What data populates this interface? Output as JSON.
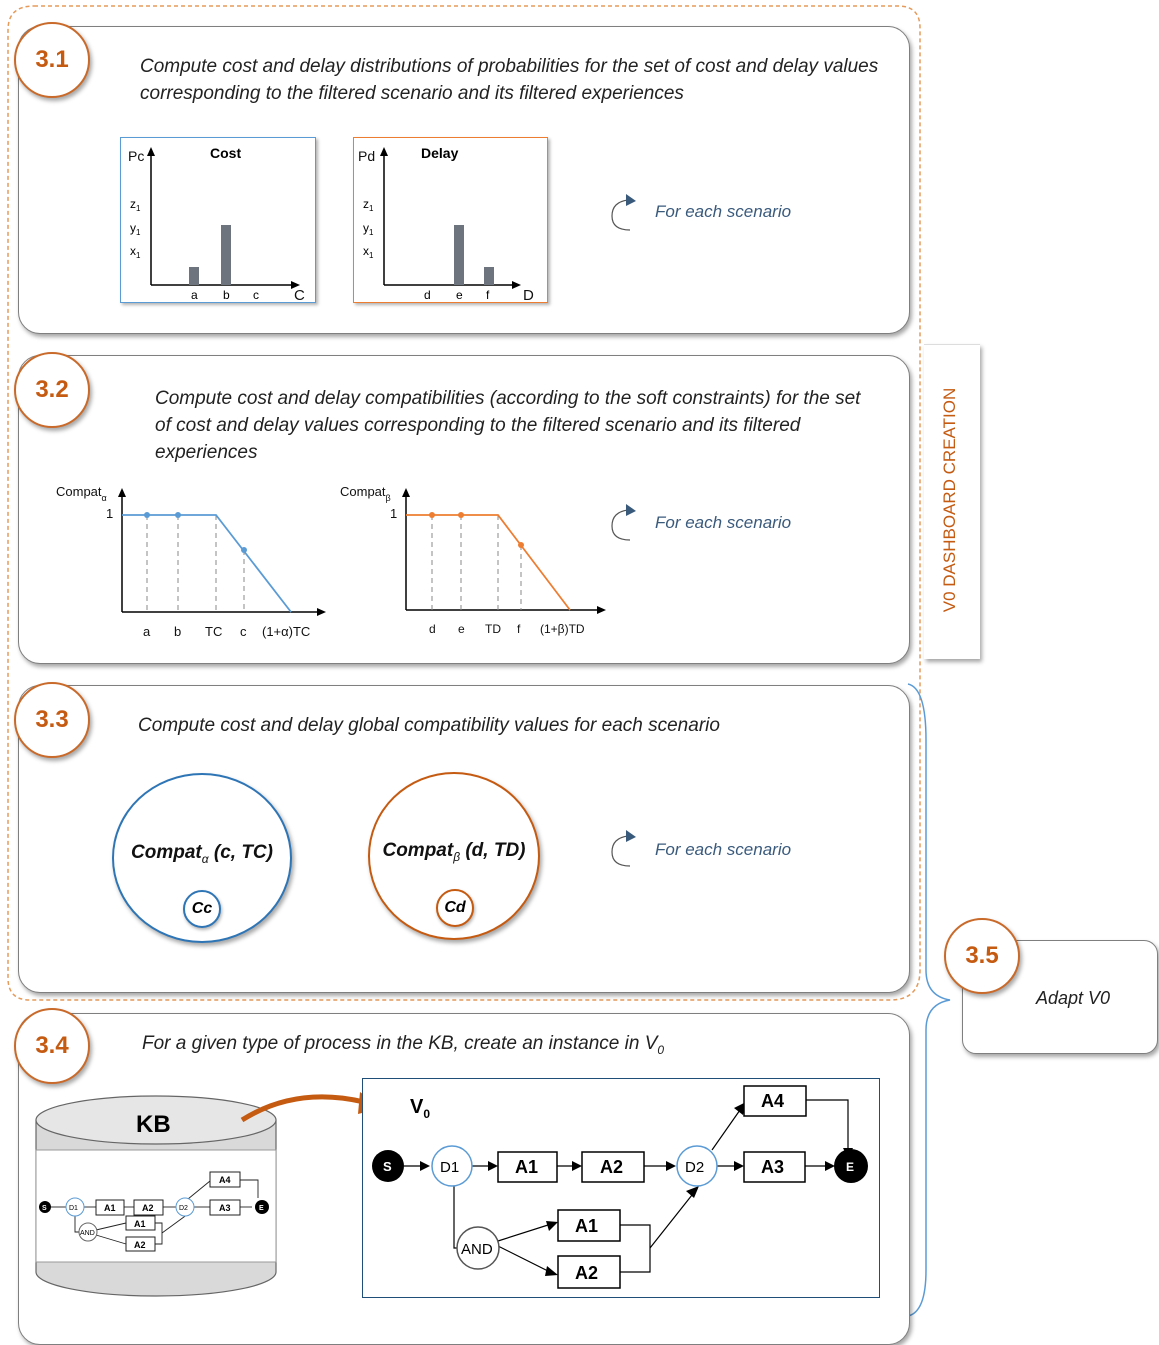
{
  "steps": [
    {
      "number": "3.1",
      "text": "Compute cost and delay distributions of probabilities for the set of cost and delay values corresponding to the filtered scenario and its filtered experiences"
    },
    {
      "number": "3.2",
      "text": "Compute cost and delay compatibilities (according to the soft constraints) for the set of cost and delay values corresponding to the filtered scenario and its filtered experiences"
    },
    {
      "number": "3.3",
      "text": "Compute cost and delay global compatibility values for each scenario"
    },
    {
      "number": "3.4",
      "text": "For a given type of process in the KB, create an instance in V",
      "text_sub": "0"
    },
    {
      "number": "3.5",
      "text": "Adapt V0"
    }
  ],
  "loop_label": "For each scenario",
  "side_label": "V0 DASHBOARD CREATION",
  "cost_chart": {
    "title": "Cost",
    "y_axis": "Pc",
    "x_axis": "C",
    "y_ticks": [
      "z",
      "y",
      "x"
    ],
    "y_tick_sub": "1",
    "categories": [
      "a",
      "b",
      "c"
    ],
    "values": [
      1,
      3,
      0
    ],
    "border_color": "#5b9bd5"
  },
  "delay_chart": {
    "title": "Delay",
    "y_axis": "Pd",
    "x_axis": "D",
    "y_ticks": [
      "z",
      "y",
      "x"
    ],
    "y_tick_sub": "1",
    "categories": [
      "d",
      "e",
      "f"
    ],
    "values": [
      0,
      3,
      1
    ],
    "border_color": "#ed7d31"
  },
  "compat_alpha": {
    "y_label": "Compat",
    "y_sub": "α",
    "y_one": "1",
    "x_ticks": [
      "a",
      "b",
      "TC",
      "c",
      "(1+α)TC"
    ],
    "color": "#5b9bd5"
  },
  "compat_beta": {
    "y_label": "Compat",
    "y_sub": "β",
    "y_one": "1",
    "x_ticks": [
      "d",
      "e",
      "TD",
      "f",
      "(1+β)TD"
    ],
    "color": "#ed7d31"
  },
  "global_alpha": {
    "label": "Compat",
    "sub": "α",
    "args": " (c, TC)",
    "result": "Cc",
    "color": "#2e75b6"
  },
  "global_beta": {
    "label": "Compat",
    "sub": "β",
    "args": " (d, TD)",
    "result": "Cd",
    "color": "#c55a11"
  },
  "kb": {
    "label": "KB",
    "nodes": {
      "start": "S",
      "end": "E",
      "d1": "D1",
      "d2": "D2",
      "and": "AND",
      "a1": "A1",
      "a2": "A2",
      "a3": "A3",
      "a4": "A4",
      "a1b": "A1",
      "a2b": "A2"
    }
  },
  "v0": {
    "label": "V",
    "label_sub": "0",
    "nodes": {
      "start": "S",
      "end": "E",
      "d1": "D1",
      "d2": "D2",
      "and": "AND",
      "a1": "A1",
      "a2": "A2",
      "a3": "A3",
      "a4": "A4",
      "a1b": "A1",
      "a2b": "A2"
    }
  }
}
